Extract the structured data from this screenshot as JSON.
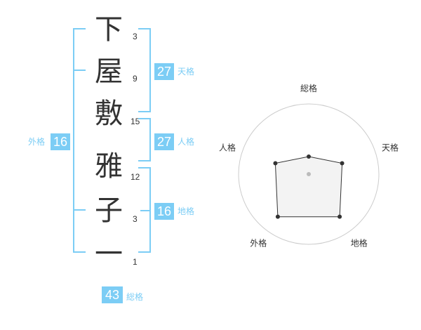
{
  "name_chars": [
    {
      "char": "下",
      "strokes": "3"
    },
    {
      "char": "屋",
      "strokes": "9"
    },
    {
      "char": "敷",
      "strokes": "15"
    },
    {
      "char": "雅",
      "strokes": "12"
    },
    {
      "char": "子",
      "strokes": "3"
    },
    {
      "char": "一",
      "strokes": "1"
    }
  ],
  "kakusu": {
    "tenkaku": {
      "label": "天格",
      "value": "27"
    },
    "jinkaku": {
      "label": "人格",
      "value": "27"
    },
    "chikaku": {
      "label": "地格",
      "value": "16"
    },
    "gaikaku": {
      "label": "外格",
      "value": "16"
    },
    "soukaku": {
      "label": "総格",
      "value": "43"
    }
  },
  "colors": {
    "accent": "#7ccdf5",
    "text": "#333333",
    "grid": "#cccccc",
    "fill": "#eeeeee"
  },
  "chart_data": {
    "type": "radar",
    "axes": [
      "総格",
      "天格",
      "地格",
      "外格",
      "人格"
    ],
    "values": [
      1,
      2,
      3,
      3,
      2
    ],
    "range": [
      0,
      3
    ]
  }
}
